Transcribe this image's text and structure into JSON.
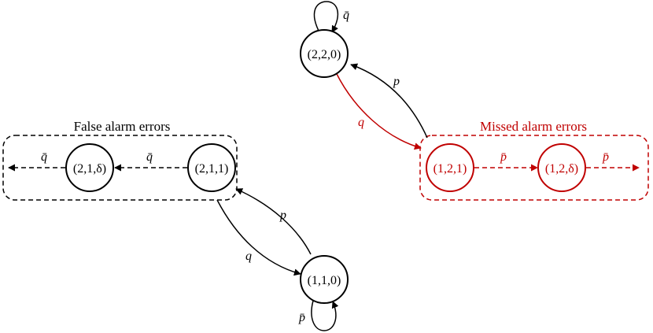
{
  "colors": {
    "black": "#000000",
    "red": "#c00000"
  },
  "groups": {
    "false_alarm": {
      "label": "False alarm errors"
    },
    "missed_alarm": {
      "label": "Missed alarm errors"
    }
  },
  "states": {
    "s220": {
      "label": "(2,2,0)"
    },
    "s211": {
      "label": "(2,1,1)"
    },
    "s21d": {
      "label": "(2,1,δ)"
    },
    "s110": {
      "label": "(1,1,0)"
    },
    "s121": {
      "label": "(1,2,1)"
    },
    "s12d": {
      "label": "(1,2,δ)"
    }
  },
  "edges": {
    "self_220": "q̄",
    "e220_121": "q",
    "e121_220": "p",
    "e121_12d": "p̄",
    "e12d_out": "p̄",
    "e211_21d": "q̄",
    "e21d_out": "q̄",
    "e211_110": "q",
    "e110_211": "p",
    "self_110": "p̄"
  }
}
